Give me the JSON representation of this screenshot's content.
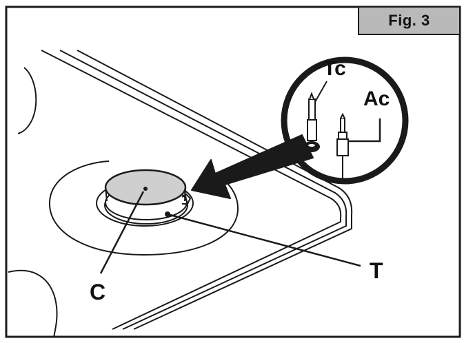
{
  "figure": {
    "tag": "Fig. 3",
    "labels": {
      "tc": "Tc",
      "ac": "Ac",
      "t": "T",
      "c": "C"
    }
  },
  "colors": {
    "ink": "#1a1a1a",
    "burner_cap": "#cfcfcf",
    "tag_background": "#b9b9b9",
    "background": "#ffffff"
  }
}
